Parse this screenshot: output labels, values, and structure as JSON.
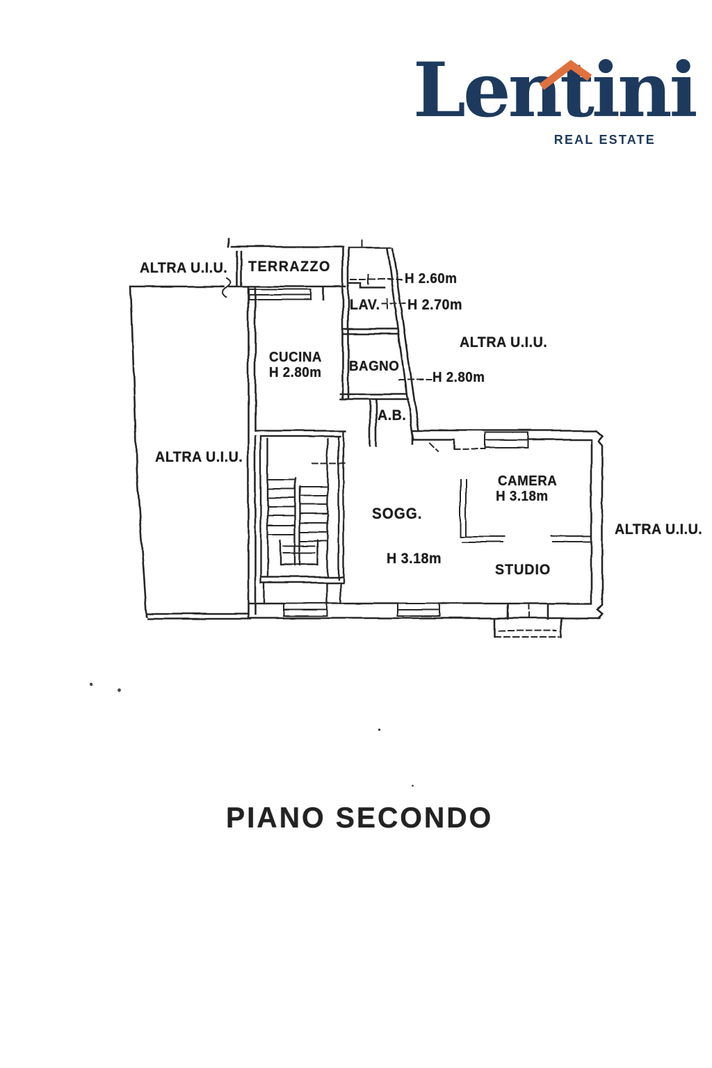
{
  "logo": {
    "brand": "Lentini",
    "tagline": "REAL ESTATE",
    "brand_color": "#1d3a5e",
    "roof_color": "#e0713f"
  },
  "plan": {
    "ink_color": "#282828",
    "labels": {
      "altra_uiu_top_left": "ALTRA U.I.U.",
      "terrazzo": "TERRAZZO",
      "h_260": "H 2.60m",
      "lav": "LAV.",
      "h_270": "H 2.70m",
      "cucina": "CUCINA",
      "cucina_h": "H 2.80m",
      "bagno": "BAGNO",
      "altra_uiu_right_upper": "ALTRA U.I.U.",
      "h_280": "H 2.80m",
      "ab": "A.B.",
      "altra_uiu_left": "ALTRA U.I.U.",
      "camera": "CAMERA",
      "camera_h": "H 3.18m",
      "sogg": "SOGG.",
      "sogg_h": "H 3.18m",
      "studio": "STUDIO",
      "altra_uiu_right_lower": "ALTRA U.I.U."
    },
    "caption": "PIANO SECONDO"
  }
}
